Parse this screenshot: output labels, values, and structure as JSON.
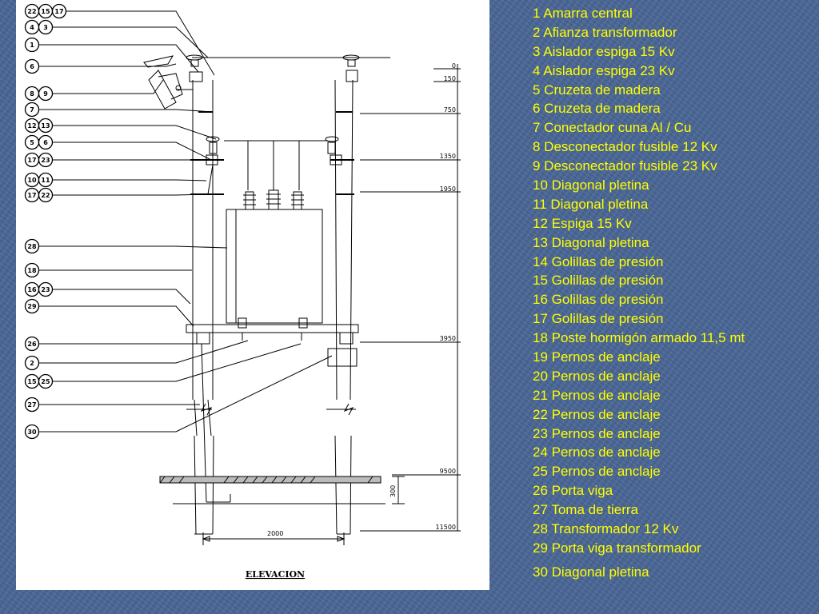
{
  "drawing": {
    "title": "ELEVACION",
    "callouts": [
      [
        "22",
        "15",
        "17"
      ],
      [
        "4",
        "3"
      ],
      [
        "1"
      ],
      [
        "6"
      ],
      [
        "8",
        "9"
      ],
      [
        "7"
      ],
      [
        "12",
        "13"
      ],
      [
        "5",
        "6"
      ],
      [
        "17",
        "23"
      ],
      [
        "10",
        "11"
      ],
      [
        "17",
        "22"
      ],
      [
        "28"
      ],
      [
        "18"
      ],
      [
        "16",
        "23"
      ],
      [
        "29"
      ],
      [
        "26"
      ],
      [
        "2"
      ],
      [
        "15",
        "25"
      ],
      [
        "27"
      ],
      [
        "30"
      ]
    ],
    "levels": [
      "0",
      "150",
      "750",
      "1350",
      "1950",
      "3950",
      "9500",
      "11500"
    ],
    "width_dim": "2000",
    "depth_dim": "300"
  },
  "legend": [
    "1 Amarra central",
    "2 Afianza transformador",
    "3 Aislador espiga 15 Kv",
    "4 Aislador espiga 23 Kv",
    "5 Cruzeta de madera",
    "6 Cruzeta de madera",
    "7 Conectador cuna Al / Cu",
    "8 Desconectador fusible 12 Kv",
    "9 Desconectador fusible 23 Kv",
    "10 Diagonal pletina",
    "11 Diagonal pletina",
    "12 Espiga 15 Kv",
    "13 Diagonal pletina",
    "14 Golillas de presión",
    "15 Golillas de presión",
    "16 Golillas de presión",
    "17 Golillas de presión",
    "18 Poste hormigón armado 11,5 mt",
    "19 Pernos de anclaje",
    "20 Pernos de anclaje",
    "21 Pernos de anclaje",
    "22 Pernos de anclaje",
    "23 Pernos de anclaje",
    "24 Pernos de anclaje",
    "25 Pernos de anclaje",
    "26 Porta viga",
    "27 Toma de tierra",
    "28 Transformador 12 Kv",
    "29 Porta viga transformador",
    "30 Diagonal pletina"
  ]
}
